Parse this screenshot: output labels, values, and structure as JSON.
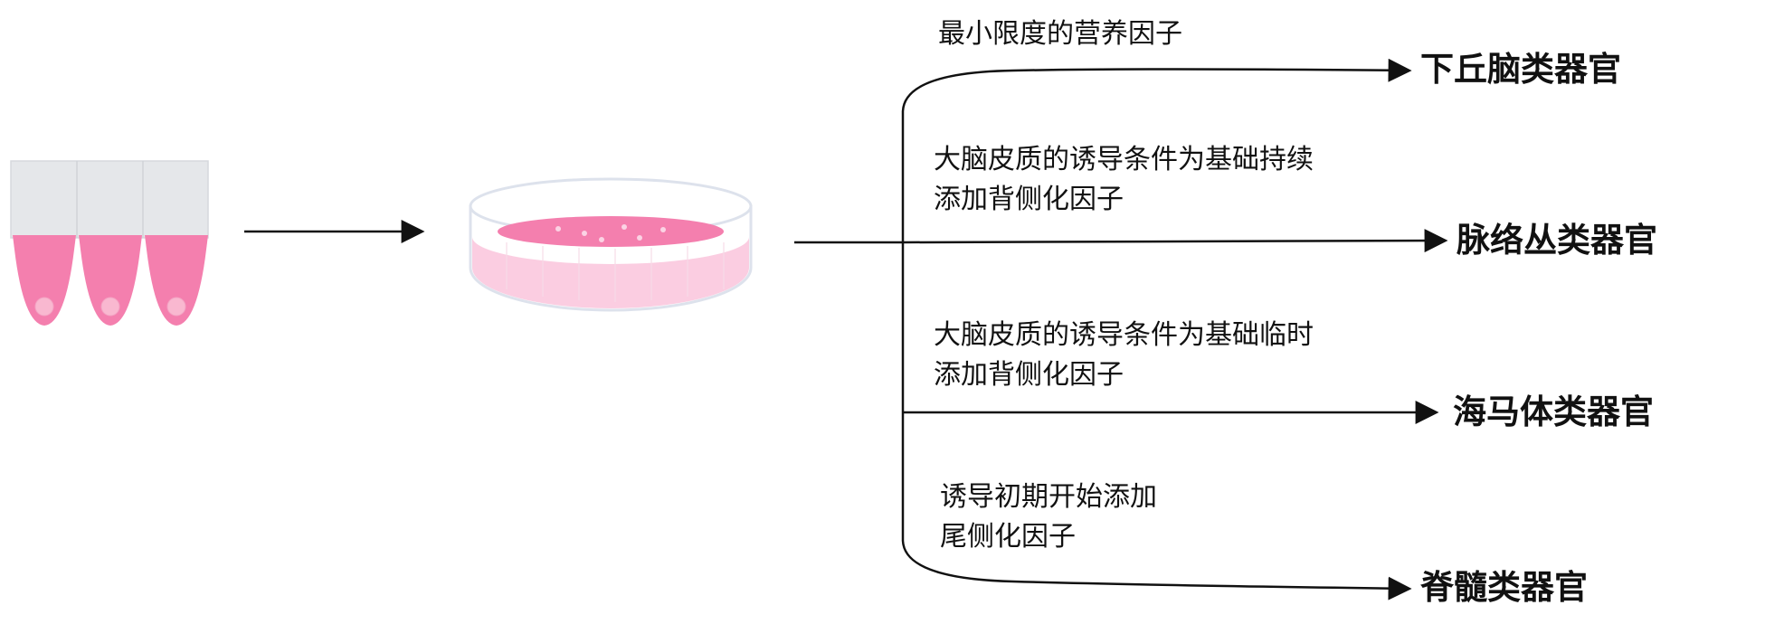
{
  "conditions": {
    "hypothalamus": [
      "最小限度的营养因子"
    ],
    "choroid_plexus": [
      "大脑皮质的诱导条件为基础持续",
      "添加背侧化因子"
    ],
    "hippocampus": [
      "大脑皮质的诱导条件为基础临时",
      "添加背侧化因子"
    ],
    "spinal_cord": [
      "诱导初期开始添加",
      "尾侧化因子"
    ]
  },
  "outcomes": {
    "hypothalamus": "下丘脑类器官",
    "choroid_plexus": "脉络丛类器官",
    "hippocampus": "海马体类器官",
    "spinal_cord": "脊髓类器官"
  },
  "colors": {
    "pink": "#f47fae",
    "pink_light": "#fbcde1",
    "tube_cap": "#e5e7ea",
    "dish_outline": "#dde2ec",
    "line": "#111111"
  }
}
